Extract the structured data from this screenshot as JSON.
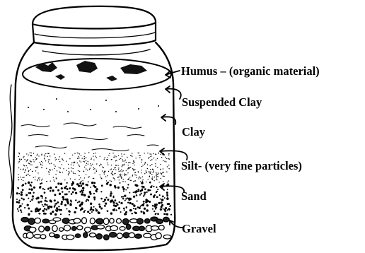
{
  "diagram": {
    "labels": [
      {
        "id": "humus",
        "text": "Humus – (organic material)"
      },
      {
        "id": "suspended-clay",
        "text": "Suspended Clay"
      },
      {
        "id": "clay",
        "text": "Clay"
      },
      {
        "id": "silt",
        "text": "Silt- (very fine particles)"
      },
      {
        "id": "sand",
        "text": "Sand"
      },
      {
        "id": "gravel",
        "text": "Gravel"
      }
    ]
  },
  "colors": {
    "ink": "#000000",
    "background": "#ffffff"
  }
}
